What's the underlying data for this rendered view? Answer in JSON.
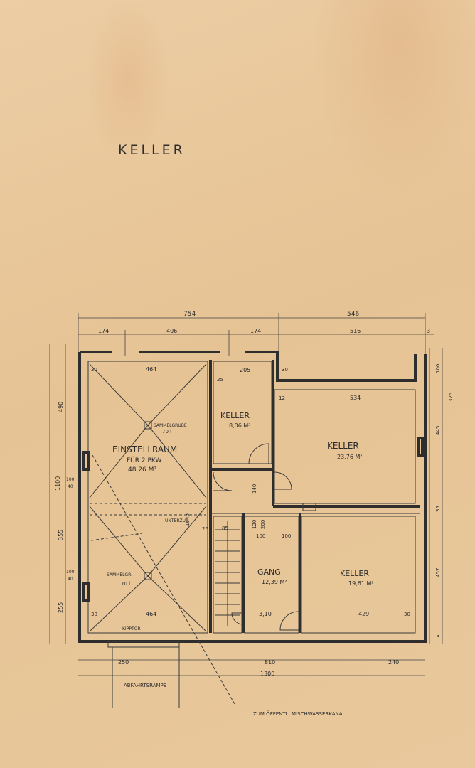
{
  "title": "KELLER",
  "rooms": {
    "einstellraum_name": "EINSTELLRAUM",
    "einstellraum_sub": "FÜR 2 PKW",
    "einstellraum_area": "48,26 M²",
    "keller1_name": "KELLER",
    "keller1_area": "8,06 M²",
    "keller2_name": "KELLER",
    "keller2_area": "23,76 M²",
    "keller3_name": "KELLER",
    "keller3_area": "19,61 M²",
    "gang_name": "GANG",
    "gang_area": "12,39 M²"
  },
  "labels": {
    "sammelgrube_top": "SAMMELGRUBE",
    "sammelgrube_top_val": "70 l",
    "sammelgrube_bottom": "SAMMELGR.",
    "sammelgrube_bottom_val": "70 l",
    "unterzug": "UNTERZUG",
    "kipptor": "KIPPTOR",
    "abfahrtsrampe": "ABFAHRTSRAMPE",
    "kanal": "ZUM ÖFFENTL. MISCHWASSERKANAL"
  },
  "dimensions": {
    "top_total_left": "754",
    "top_total_right": "546",
    "top_a": "174",
    "top_b": "406",
    "top_c": "174",
    "top_d": "516",
    "top_e": "3",
    "inner_464_top": "464",
    "inner_205": "205",
    "inner_534": "534",
    "inner_30a": "30",
    "inner_30b": "30",
    "inner_12": "12",
    "inner_25": "25",
    "inner_464_bottom": "464",
    "inner_429": "429",
    "inner_310": "3,10",
    "inner_30c": "30",
    "inner_30d": "30",
    "bottom_250": "250",
    "bottom_810": "810",
    "bottom_240": "240",
    "bottom_1300": "1300",
    "left_total": "1100",
    "left_490": "490",
    "left_355": "355",
    "left_255": "255",
    "left_100a": "100",
    "left_40a": "40",
    "left_100b": "100",
    "left_40b": "40",
    "right_100": "100",
    "right_325": "325",
    "right_445": "445",
    "right_35": "35",
    "right_457": "457",
    "right_3": "3",
    "mid_1040": "1040",
    "mid_85": "85",
    "mid_100a": "100",
    "mid_100b": "100",
    "mid_120": "120",
    "mid_200": "200",
    "mid_140": "140",
    "mid_25": "25"
  },
  "colors": {
    "paper": "#e9c79c",
    "ink": "#2e2e2e"
  }
}
